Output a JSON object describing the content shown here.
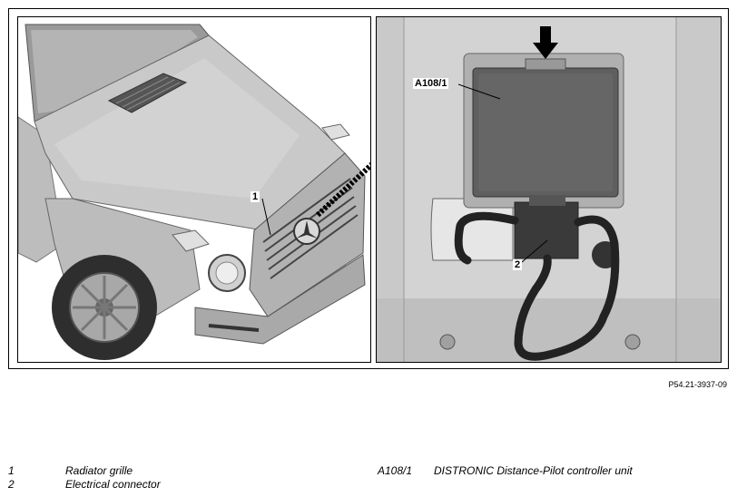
{
  "figure": {
    "callouts": {
      "grille": "1",
      "controller": "A108/1",
      "connector": "2"
    },
    "reference": "P54.21-3937-09"
  },
  "legend": [
    {
      "key": "1",
      "text": "Radiator grille"
    },
    {
      "key": "2",
      "text": "Electrical connector"
    },
    {
      "key": "A108/1",
      "text": "DISTRONIC Distance-Pilot controller unit"
    }
  ]
}
